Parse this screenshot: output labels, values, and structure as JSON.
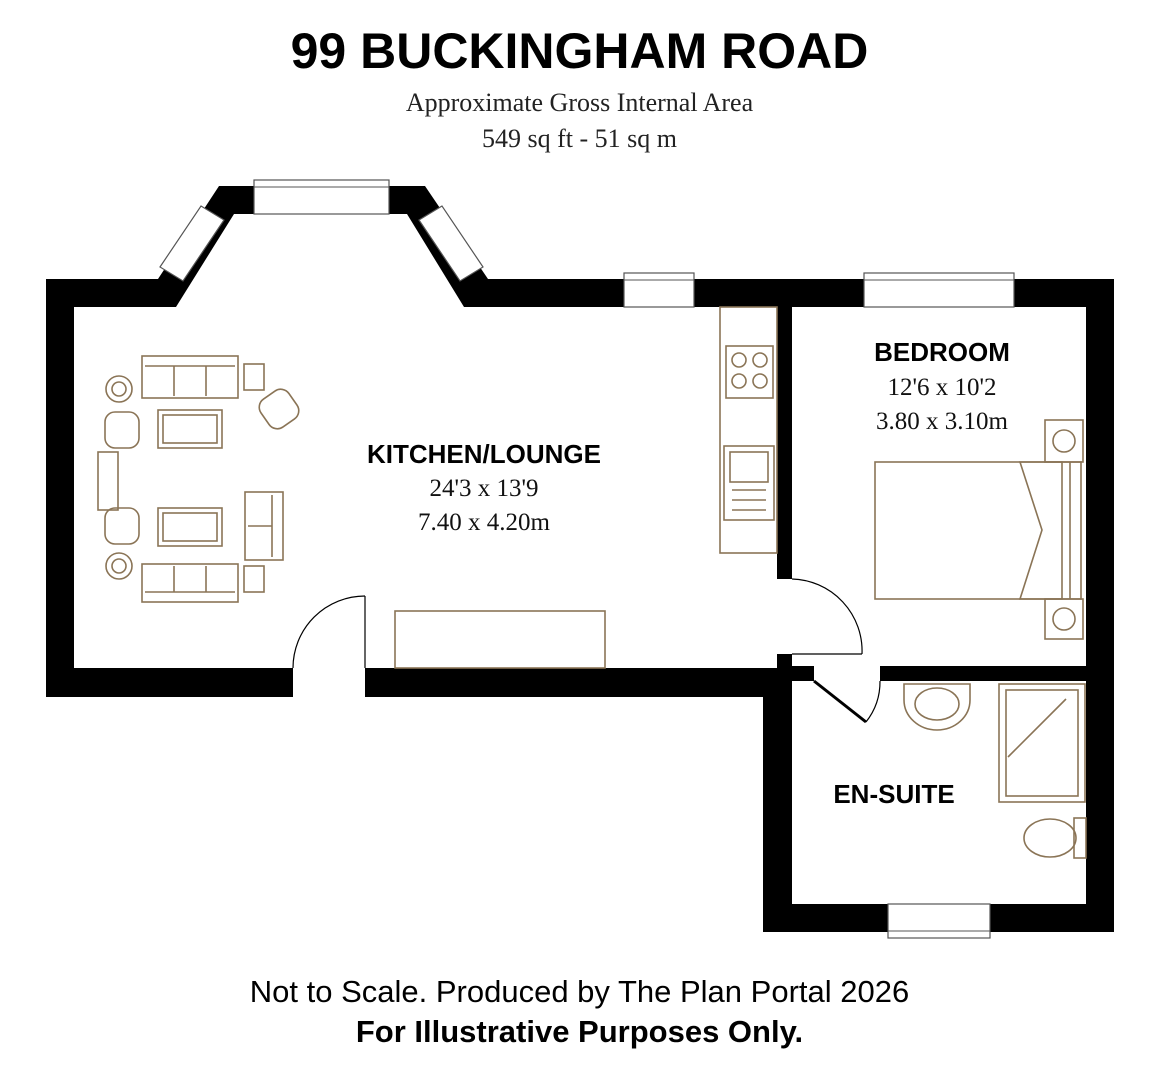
{
  "header": {
    "title": "99 BUCKINGHAM ROAD",
    "area_label": "Approximate Gross Internal Area",
    "area_value": "549 sq ft - 51 sq m"
  },
  "rooms": {
    "kitchen_lounge": {
      "name": "KITCHEN/LOUNGE",
      "imperial": "24'3 x 13'9",
      "metric": "7.40 x 4.20m"
    },
    "bedroom": {
      "name": "BEDROOM",
      "imperial": "12'6 x 10'2",
      "metric": "3.80 x 3.10m"
    },
    "ensuite": {
      "name": "EN-SUITE"
    }
  },
  "footer": {
    "line1": "Not to Scale. Produced by The Plan Portal 2026",
    "line2": "For Illustrative Purposes Only."
  },
  "colors": {
    "walls": "#000000",
    "fixtures": "#8a7456",
    "background": "#ffffff"
  }
}
